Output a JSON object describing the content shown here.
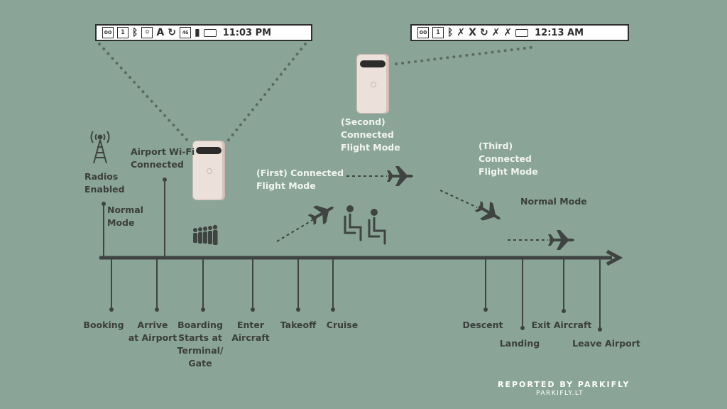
{
  "status_bars": [
    {
      "icons": [
        "voicemail-icon",
        "calendar-icon",
        "bluetooth-icon",
        "message-icon",
        "navigation-icon",
        "rotate-icon",
        "4g-data-icon",
        "signal-bars-icon",
        "battery-icon"
      ],
      "calendar_day": "1",
      "data_label": "4G",
      "time": "11:03 PM"
    },
    {
      "icons": [
        "voicemail-icon",
        "calendar-icon",
        "bluetooth-icon",
        "crossed-out-icon",
        "crossed-out-icon",
        "rotate-icon",
        "crossed-out-icon",
        "crossed-out-icon",
        "battery-icon"
      ],
      "calendar_day": "1",
      "time": "12:13 AM"
    }
  ],
  "labels": {
    "radios_enabled": "Radios\nEnabled",
    "normal_mode_1": "Normal\nMode",
    "airport_wifi": "Airport Wi-Fi\nConnected",
    "first_connected": "(First) Connected\nFlight Mode",
    "second_connected": "(Second)\nConnected\nFlight Mode",
    "third_connected": "(Third)\nConnected\nFlight Mode",
    "normal_mode_2": "Normal Mode"
  },
  "stages": [
    {
      "label": "Booking"
    },
    {
      "label": "Arrive\nat Airport"
    },
    {
      "label": "Boarding\nStarts at\nTerminal/\nGate"
    },
    {
      "label": "Enter\nAircraft"
    },
    {
      "label": "Takeoff"
    },
    {
      "label": "Cruise"
    },
    {
      "label": "Descent"
    },
    {
      "label": "Landing"
    },
    {
      "label": "Exit Aircraft"
    },
    {
      "label": "Leave Airport"
    }
  ],
  "credit": {
    "reported_by": "REPORTED BY PARKIFLY",
    "url": "PARKIFLY.LT"
  },
  "colors": {
    "background": "#8aa598",
    "line": "#3f4442",
    "text_dark": "#3b3e3c",
    "text_light": "#f1f4f0",
    "dots": "#5b6b63",
    "phone": "#ece1da"
  }
}
